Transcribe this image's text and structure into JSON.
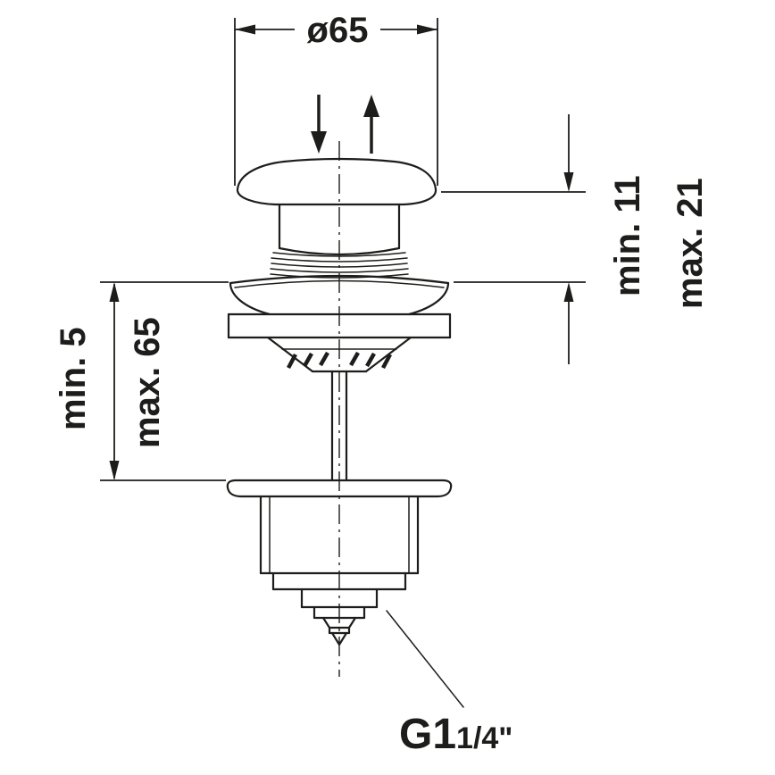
{
  "colors": {
    "line": "#1d1d1b",
    "background": "#ffffff"
  },
  "labels": {
    "diameter": "ø65",
    "cap_height_min": "min. 11",
    "cap_height_max": "max. 21",
    "clamp_min": "min. 5",
    "clamp_max": "max. 65",
    "thread_main": "G1",
    "thread_fraction": "1/4\""
  }
}
